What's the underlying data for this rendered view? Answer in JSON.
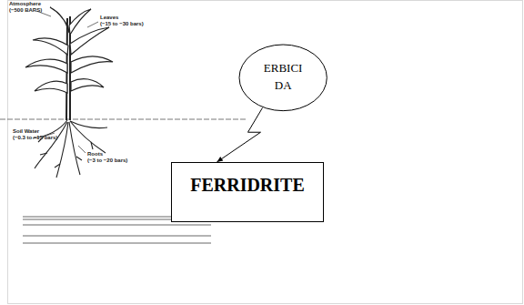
{
  "diagram": {
    "nodes": [
      {
        "text": [
          "ERBICI DA"
        ]
      },
      {
        "text": [
          "FERRIDRITE"
        ]
      }
    ],
    "edges": [
      {
        "from": 0,
        "to": 1,
        "arrow": "to"
      }
    ],
    "labels": [
      "Atmosphere",
      "(−500 BARS)",
      "Leaves",
      "(−15 to −30 bars)",
      "Soil Water",
      "(−0.3 to −15 bars)",
      "Roots",
      "(−3 to −20 bars)"
    ]
  }
}
